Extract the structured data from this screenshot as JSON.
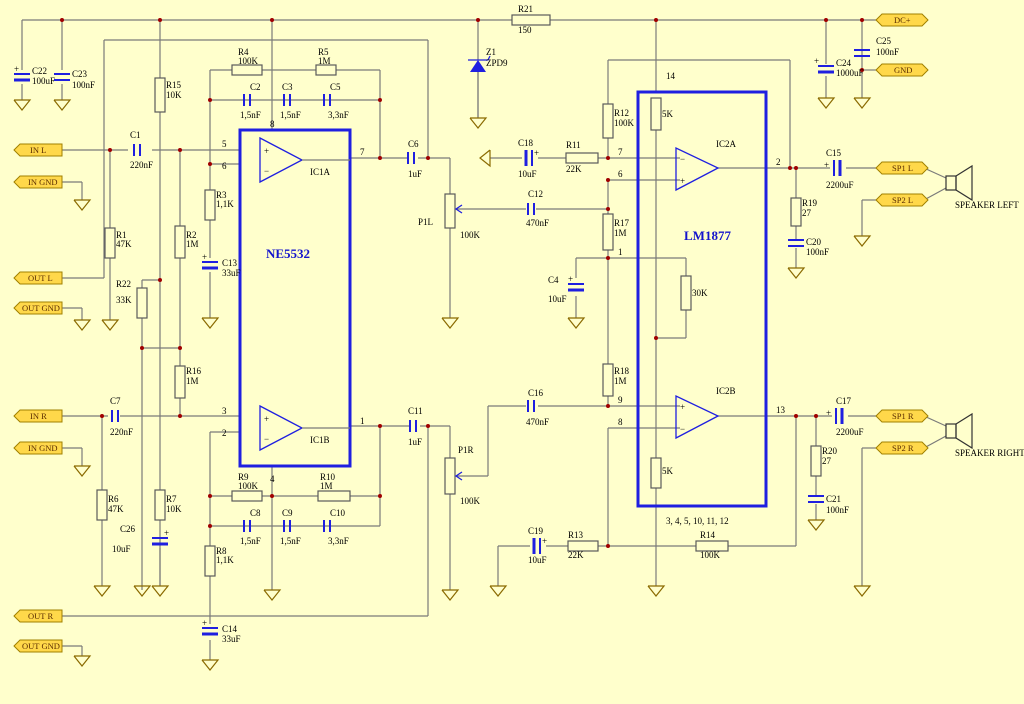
{
  "ports": {
    "in_l": "IN L",
    "in_gnd_1": "IN GND",
    "out_l": "OUT L",
    "out_gnd_1": "OUT GND",
    "in_r": "IN R",
    "in_gnd_2": "IN GND",
    "out_r": "OUT R",
    "out_gnd_2": "OUT GND",
    "dc_plus": "DC+",
    "gnd": "GND",
    "sp1_l": "SP1 L",
    "sp2_l": "SP2 L",
    "sp1_r": "SP1 R",
    "sp2_r": "SP2 R"
  },
  "chips": {
    "ne5532": "NE5532",
    "lm1877": "LM1877",
    "ic1a": "IC1A",
    "ic1b": "IC1B",
    "ic2a": "IC2A",
    "ic2b": "IC2B",
    "lm_gnd_pins": "3, 4, 5, 10, 11, 12"
  },
  "speakers": {
    "left": "SPEAKER LEFT",
    "right": "SPEAKER RIGHT"
  },
  "components": {
    "c22": "C22",
    "c22v": "100uF",
    "c23": "C23",
    "c23v": "100nF",
    "r15": "R15",
    "r15v": "10K",
    "r4": "R4",
    "r4v": "100K",
    "r5": "R5",
    "r5v": "1M",
    "c2": "C2",
    "c2v": "1,5nF",
    "c3": "C3",
    "c3v": "1,5nF",
    "c5": "C5",
    "c5v": "3,3nF",
    "c1": "C1",
    "c1v": "220nF",
    "r1": "R1",
    "r1v": "47K",
    "r2": "R2",
    "r2v": "1M",
    "r3": "R3",
    "r3v": "1,1K",
    "c13": "C13",
    "c13v": "33uF",
    "r22": "R22",
    "r22v": "33K",
    "r16": "R16",
    "r16v": "1M",
    "c7": "C7",
    "c7v": "220nF",
    "r6": "R6",
    "r6v": "47K",
    "r7": "R7",
    "r7v": "10K",
    "c26": "C26",
    "c26v": "10uF",
    "r9": "R9",
    "r9v": "100K",
    "r10": "R10",
    "r10v": "1M",
    "c8": "C8",
    "c8v": "1,5nF",
    "c9": "C9",
    "c9v": "1,5nF",
    "c10": "C10",
    "c10v": "3,3nF",
    "r8": "R8",
    "r8v": "1,1K",
    "c14": "C14",
    "c14v": "33uF",
    "c6": "C6",
    "c6v": "1uF",
    "p1l": "P1L",
    "p1lv": "100K",
    "c11": "C11",
    "c11v": "1uF",
    "p1r": "P1R",
    "p1rv": "100K",
    "r21": "R21",
    "r21v": "150",
    "z1": "Z1",
    "z1v": "ZPD9",
    "c18": "C18",
    "c18v": "10uF",
    "r11": "R11",
    "r11v": "22K",
    "r12": "R12",
    "r12v": "100K",
    "c12": "C12",
    "c12v": "470nF",
    "r17": "R17",
    "r17v": "1M",
    "c4": "C4",
    "c4v": "10uF",
    "r18": "R18",
    "r18v": "1M",
    "c16": "C16",
    "c16v": "470nF",
    "c19": "C19",
    "c19v": "10uF",
    "r13": "R13",
    "r13v": "22K",
    "r14": "R14",
    "r14v": "100K",
    "k5a": "5K",
    "k30": "30K",
    "k5b": "5K",
    "c15": "C15",
    "c15v": "2200uF",
    "r19": "R19",
    "r19v": "27",
    "c20": "C20",
    "c20v": "100nF",
    "c17": "C17",
    "c17v": "2200uF",
    "r20": "R20",
    "r20v": "27",
    "c21": "C21",
    "c21v": "100nF",
    "c24": "C24",
    "c24v": "1000uF",
    "c25": "C25",
    "c25v": "100nF"
  },
  "pins": {
    "p8": "8",
    "p5": "5",
    "p6": "6",
    "p7": "7",
    "p4": "4",
    "p3": "3",
    "p2": "2",
    "p1": "1",
    "l14": "14",
    "l7": "7",
    "l6": "6",
    "l2": "2",
    "l1": "1",
    "l9": "9",
    "l8": "8",
    "l13": "13"
  },
  "plus_sign": "+",
  "minus_sign": "−"
}
